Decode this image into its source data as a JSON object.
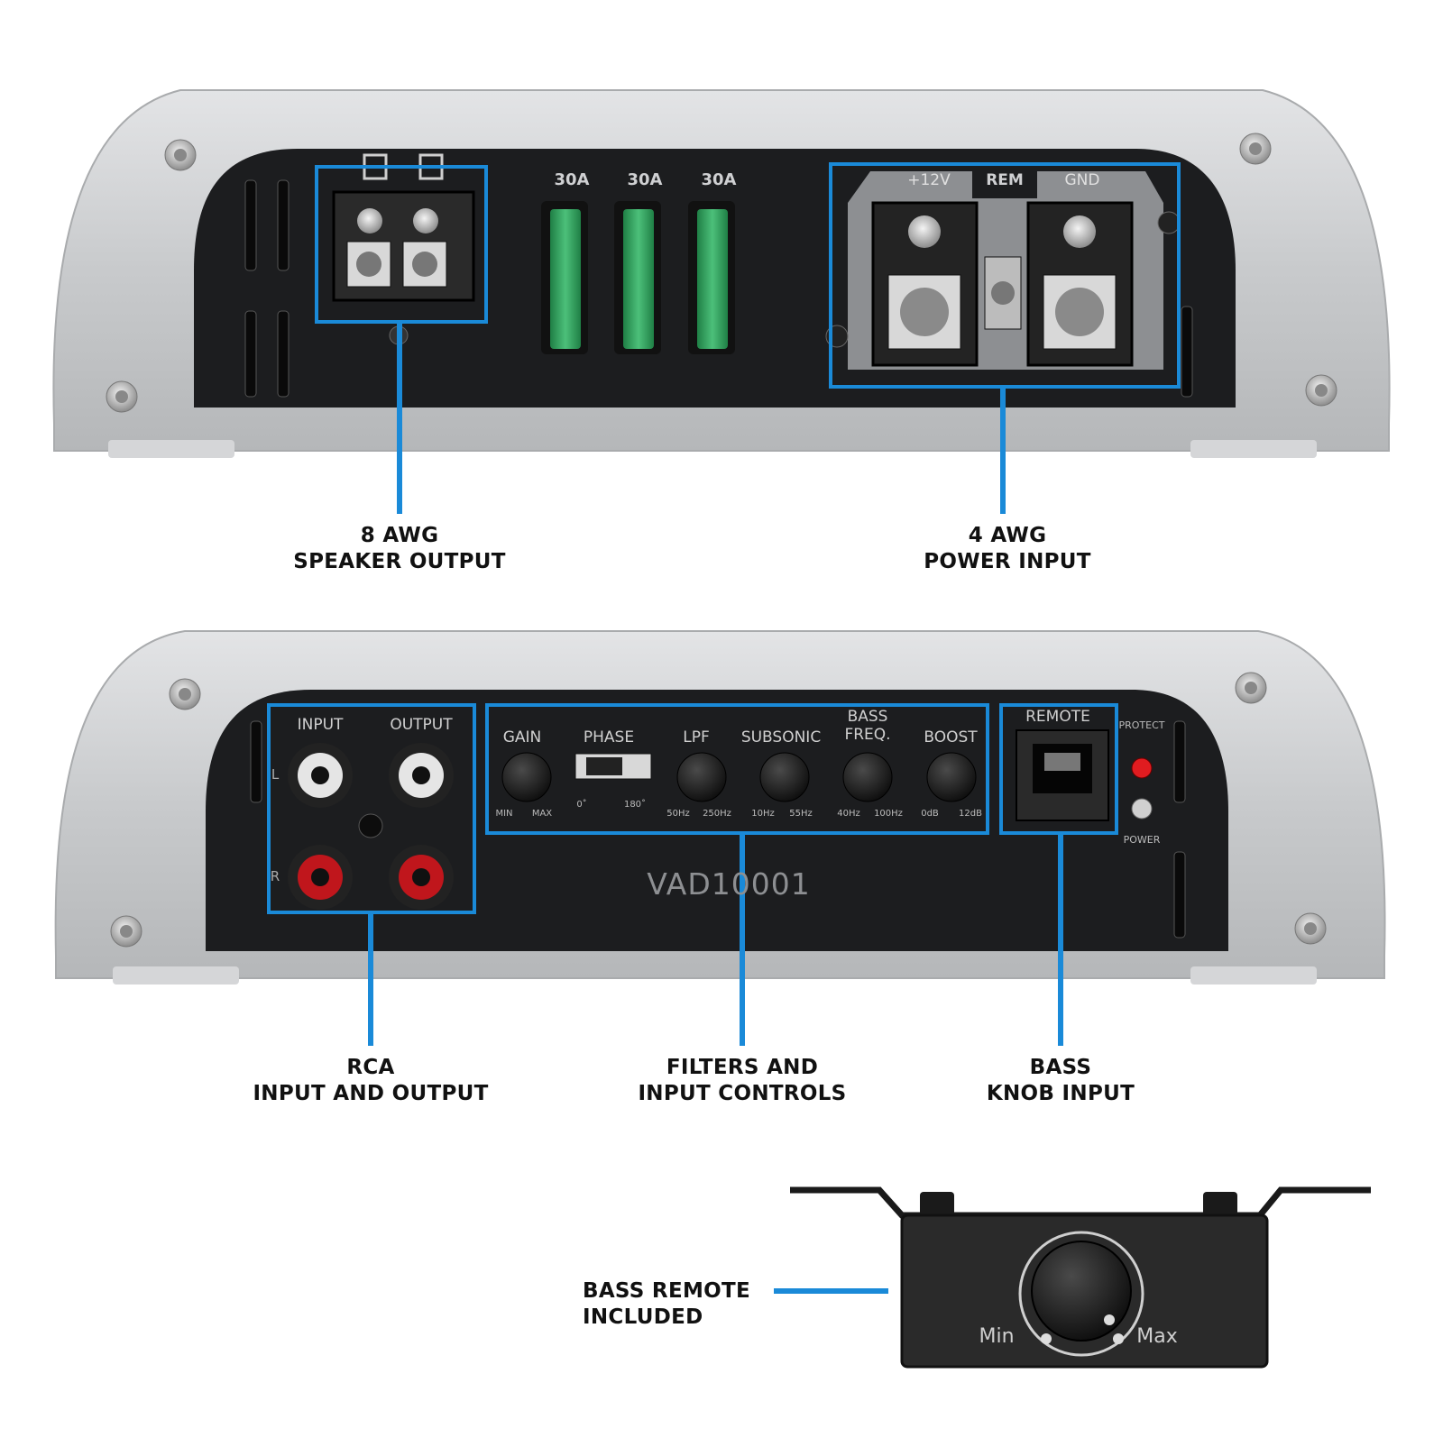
{
  "top_panel": {
    "fuses": [
      "30A",
      "30A",
      "30A"
    ],
    "power_terminals": {
      "plus12v": "+12V",
      "rem": "REM",
      "gnd": "GND"
    }
  },
  "bottom_panel": {
    "rca": {
      "input": "INPUT",
      "output": "OUTPUT",
      "left": "L",
      "right": "R"
    },
    "controls": {
      "gain": {
        "label": "GAIN",
        "min": "MIN",
        "max": "MAX"
      },
      "phase": {
        "label": "PHASE",
        "low": "0˚",
        "high": "180˚"
      },
      "lpf": {
        "label": "LPF",
        "min": "50Hz",
        "max": "250Hz"
      },
      "subsonic": {
        "label": "SUBSONIC",
        "min": "10Hz",
        "max": "55Hz"
      },
      "bass_freq": {
        "label_line1": "BASS",
        "label_line2": "FREQ.",
        "min": "40Hz",
        "max": "100Hz"
      },
      "boost": {
        "label": "BOOST",
        "min": "0dB",
        "max": "12dB"
      }
    },
    "remote_port": "REMOTE",
    "protect_led": "PROTECT",
    "power_led": "POWER",
    "model": "VAD10001"
  },
  "bass_remote": {
    "min": "Min",
    "max": "Max"
  },
  "callouts": {
    "speaker_output": {
      "line1": "8 AWG",
      "line2": "SPEAKER OUTPUT"
    },
    "power_input": {
      "line1": "4 AWG",
      "line2": "POWER INPUT"
    },
    "rca": {
      "line1": "RCA",
      "line2": "INPUT AND OUTPUT"
    },
    "filters": {
      "line1": "FILTERS AND",
      "line2": "INPUT CONTROLS"
    },
    "bass_knob": {
      "line1": "BASS",
      "line2": "KNOB INPUT"
    },
    "bass_remote": {
      "line1": "BASS REMOTE",
      "line2": "INCLUDED"
    }
  },
  "colors": {
    "accent": "#1a8ad8",
    "chassis": "#c9cbcd",
    "panel": "#1c1d1f",
    "fuse": "#2fa05a",
    "rca_red": "#c0161c"
  }
}
